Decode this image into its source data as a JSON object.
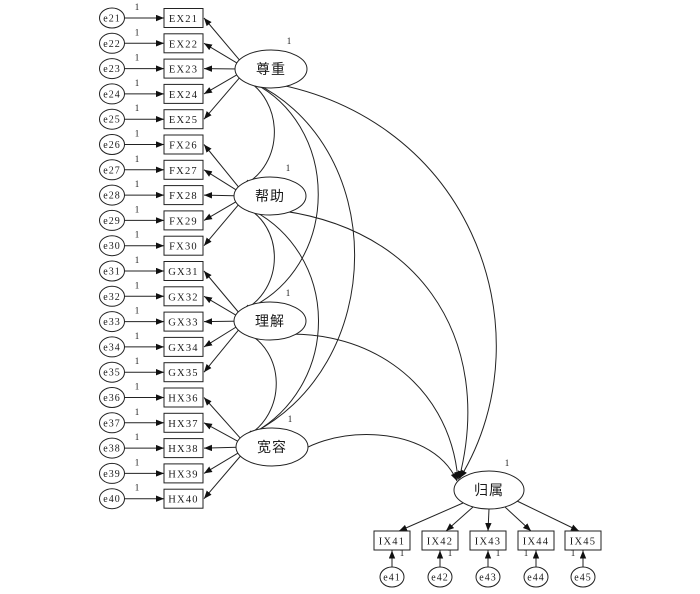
{
  "diagram": {
    "title": "",
    "colors": {
      "stroke": "#222222",
      "background": "#ffffff",
      "text": "#1a1a1a"
    },
    "factors": [
      {
        "label": "尊重",
        "variance": "1",
        "indicators": [
          {
            "name": "EX21",
            "error": "e21",
            "weight": "1"
          },
          {
            "name": "EX22",
            "error": "e22",
            "weight": "1"
          },
          {
            "name": "EX23",
            "error": "e23",
            "weight": "1"
          },
          {
            "name": "EX24",
            "error": "e24",
            "weight": "1"
          },
          {
            "name": "EX25",
            "error": "e25",
            "weight": "1"
          }
        ]
      },
      {
        "label": "帮助",
        "variance": "1",
        "indicators": [
          {
            "name": "FX26",
            "error": "e26",
            "weight": "1"
          },
          {
            "name": "FX27",
            "error": "e27",
            "weight": "1"
          },
          {
            "name": "FX28",
            "error": "e28",
            "weight": "1"
          },
          {
            "name": "FX29",
            "error": "e29",
            "weight": "1"
          },
          {
            "name": "FX30",
            "error": "e30",
            "weight": "1"
          }
        ]
      },
      {
        "label": "理解",
        "variance": "1",
        "indicators": [
          {
            "name": "GX31",
            "error": "e31",
            "weight": "1"
          },
          {
            "name": "GX32",
            "error": "e32",
            "weight": "1"
          },
          {
            "name": "GX33",
            "error": "e33",
            "weight": "1"
          },
          {
            "name": "GX34",
            "error": "e34",
            "weight": "1"
          },
          {
            "name": "GX35",
            "error": "e35",
            "weight": "1"
          }
        ]
      },
      {
        "label": "宽容",
        "variance": "1",
        "indicators": [
          {
            "name": "HX36",
            "error": "e36",
            "weight": "1"
          },
          {
            "name": "HX37",
            "error": "e37",
            "weight": "1"
          },
          {
            "name": "HX38",
            "error": "e38",
            "weight": "1"
          },
          {
            "name": "HX39",
            "error": "e39",
            "weight": "1"
          },
          {
            "name": "HX40",
            "error": "e40",
            "weight": "1"
          }
        ]
      }
    ],
    "outcome": {
      "label": "归属",
      "variance": "1",
      "indicators": [
        {
          "name": "IX41",
          "error": "e41",
          "weight": "1"
        },
        {
          "name": "IX42",
          "error": "e42",
          "weight": "1"
        },
        {
          "name": "IX43",
          "error": "e43",
          "weight": "1"
        },
        {
          "name": "IX44",
          "error": "e44",
          "weight": "1"
        },
        {
          "name": "IX45",
          "error": "e45",
          "weight": "1"
        }
      ]
    },
    "covariances": [
      {
        "from": "尊重",
        "to": "帮助"
      },
      {
        "from": "尊重",
        "to": "理解"
      },
      {
        "from": "尊重",
        "to": "宽容"
      },
      {
        "from": "帮助",
        "to": "理解"
      },
      {
        "from": "帮助",
        "to": "宽容"
      },
      {
        "from": "理解",
        "to": "宽容"
      },
      {
        "from": "尊重",
        "to": "归属"
      },
      {
        "from": "帮助",
        "to": "归属"
      },
      {
        "from": "理解",
        "to": "归属"
      },
      {
        "from": "宽容",
        "to": "归属"
      }
    ]
  }
}
